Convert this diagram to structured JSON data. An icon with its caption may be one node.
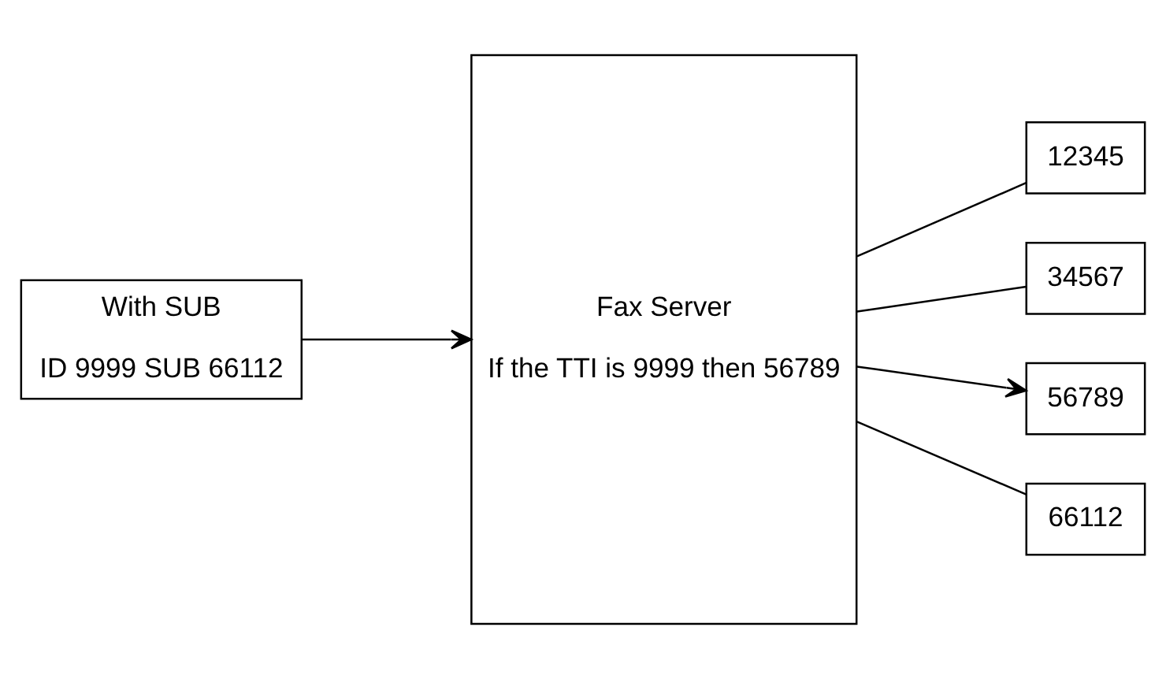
{
  "diagram": {
    "nodes": [
      {
        "text": [
          "With SUB",
          "ID 9999 SUB 66112"
        ]
      },
      {
        "text": [
          "Fax Server",
          "If the TTI is 9999 then 56789"
        ]
      },
      {
        "text": [
          "12345"
        ]
      },
      {
        "text": [
          "34567"
        ]
      },
      {
        "text": [
          "56789"
        ]
      },
      {
        "text": [
          "66112"
        ]
      }
    ],
    "edges": [
      {
        "from": 0,
        "to": 1,
        "arrow": "to"
      },
      {
        "from": 1,
        "to": 2,
        "arrow": "none"
      },
      {
        "from": 1,
        "to": 3,
        "arrow": "none"
      },
      {
        "from": 1,
        "to": 4,
        "arrow": "to"
      },
      {
        "from": 1,
        "to": 5,
        "arrow": "none"
      }
    ]
  }
}
